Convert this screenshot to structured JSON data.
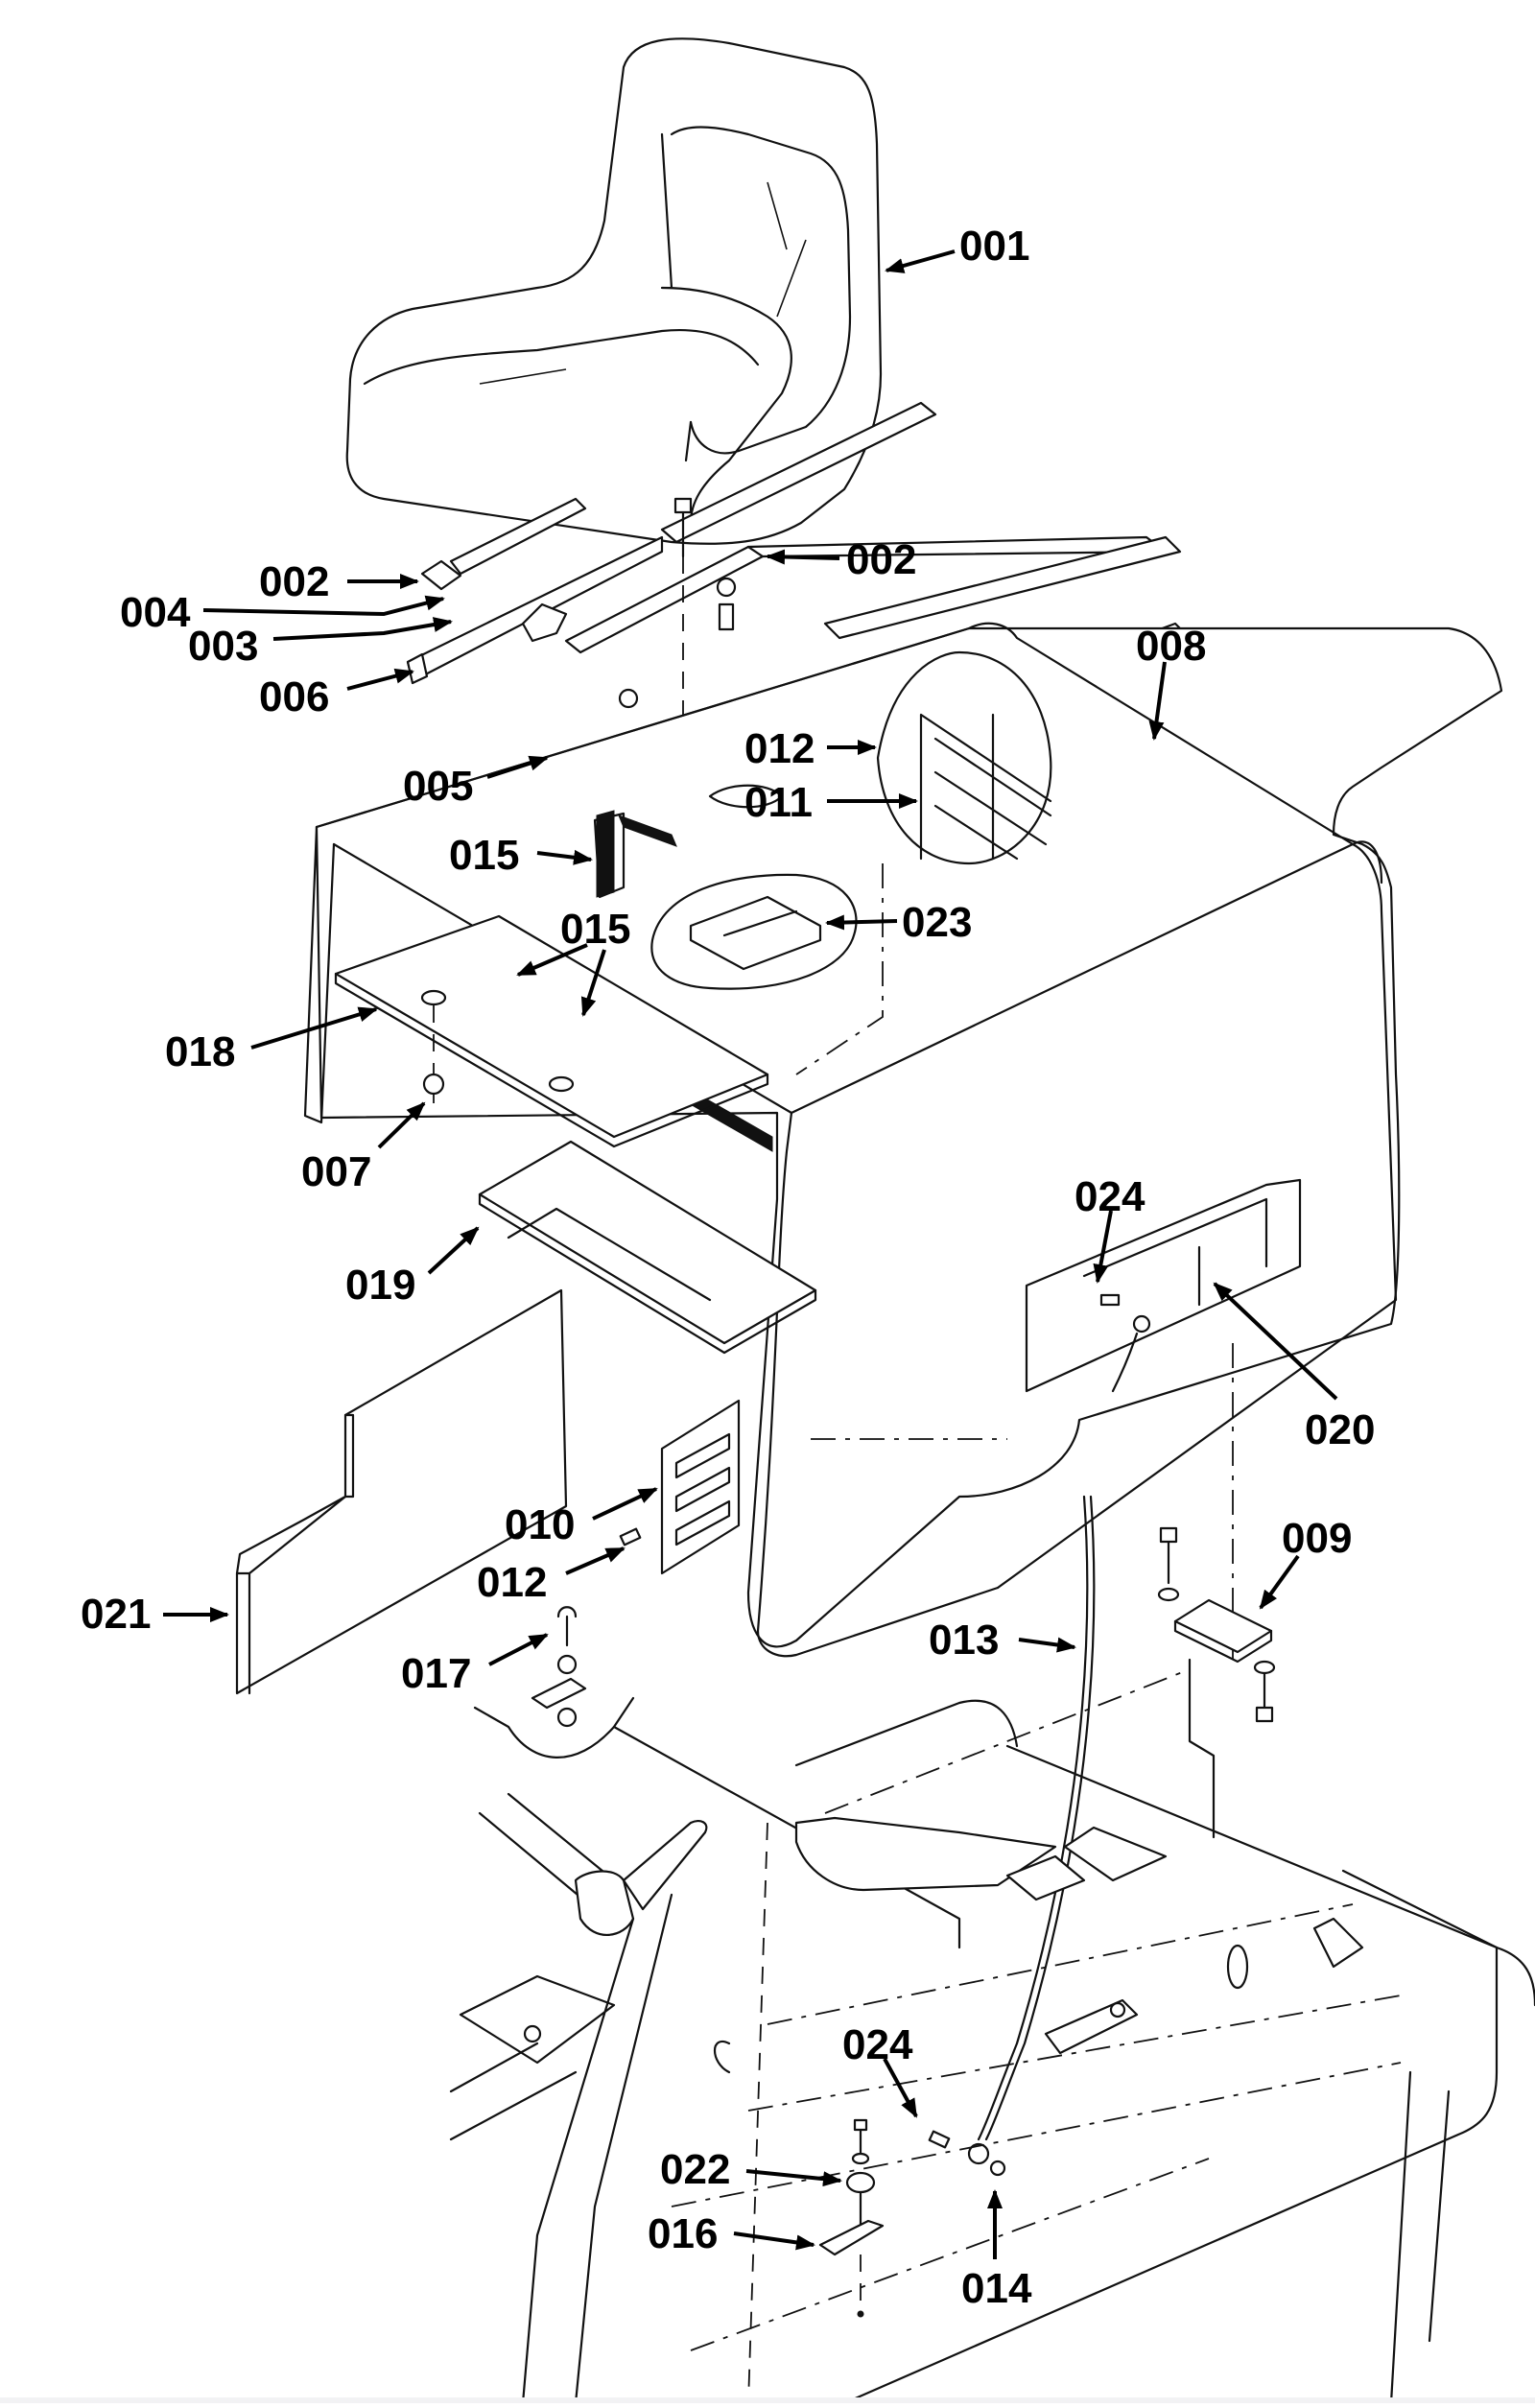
{
  "diagram": {
    "type": "exploded-parts-view",
    "subject": "Seat and hood/body panel assembly",
    "callouts": [
      {
        "id": "c001",
        "label": "001",
        "part": "seat",
        "side": "right"
      },
      {
        "id": "c002a",
        "label": "002",
        "part": "seat slide rail (left)",
        "side": "right"
      },
      {
        "id": "c002b",
        "label": "002",
        "part": "seat slide rail (right)",
        "side": "left"
      },
      {
        "id": "c003",
        "label": "003",
        "part": "bolt",
        "side": "right"
      },
      {
        "id": "c004",
        "label": "004",
        "part": "washer",
        "side": "right"
      },
      {
        "id": "c005",
        "label": "005",
        "part": "seat mounting channel",
        "side": "right"
      },
      {
        "id": "c006",
        "label": "006",
        "part": "seat mounting channel (left)",
        "side": "right"
      },
      {
        "id": "c007",
        "label": "007",
        "part": "nut",
        "side": "right"
      },
      {
        "id": "c008",
        "label": "008",
        "part": "hood / body panel",
        "side": "down"
      },
      {
        "id": "c009",
        "label": "009",
        "part": "hinge",
        "side": "left"
      },
      {
        "id": "c010",
        "label": "010",
        "part": "vent grille (side)",
        "side": "right"
      },
      {
        "id": "c011",
        "label": "011",
        "part": "vent grille (top)",
        "side": "right"
      },
      {
        "id": "c012a",
        "label": "012",
        "part": "screw (top grille)",
        "side": "right"
      },
      {
        "id": "c012b",
        "label": "012",
        "part": "screw (side grille)",
        "side": "right"
      },
      {
        "id": "c013",
        "label": "013",
        "part": "ground strap cable",
        "side": "right"
      },
      {
        "id": "c014",
        "label": "014",
        "part": "nut",
        "side": "up"
      },
      {
        "id": "c015a",
        "label": "015",
        "part": "edge trim (vertical)",
        "side": "right"
      },
      {
        "id": "c015b",
        "label": "015",
        "part": "edge trim (horizontal)",
        "side": "down"
      },
      {
        "id": "c016",
        "label": "016",
        "part": "bracket",
        "side": "right"
      },
      {
        "id": "c017",
        "label": "017",
        "part": "bolt",
        "side": "right"
      },
      {
        "id": "c018",
        "label": "018",
        "part": "insulation pad (upper)",
        "side": "right"
      },
      {
        "id": "c019",
        "label": "019",
        "part": "insulation pad (middle)",
        "side": "right"
      },
      {
        "id": "c020",
        "label": "020",
        "part": "side opening",
        "side": "up-left"
      },
      {
        "id": "c021",
        "label": "021",
        "part": "insulation panel (side)",
        "side": "right"
      },
      {
        "id": "c022",
        "label": "022",
        "part": "rubber mount",
        "side": "right"
      },
      {
        "id": "c023",
        "label": "023",
        "part": "lever boot / seal",
        "side": "left"
      },
      {
        "id": "c024a",
        "label": "024",
        "part": "screw (hood ground)",
        "side": "down"
      },
      {
        "id": "c024b",
        "label": "024",
        "part": "screw (frame ground)",
        "side": "down"
      }
    ]
  }
}
